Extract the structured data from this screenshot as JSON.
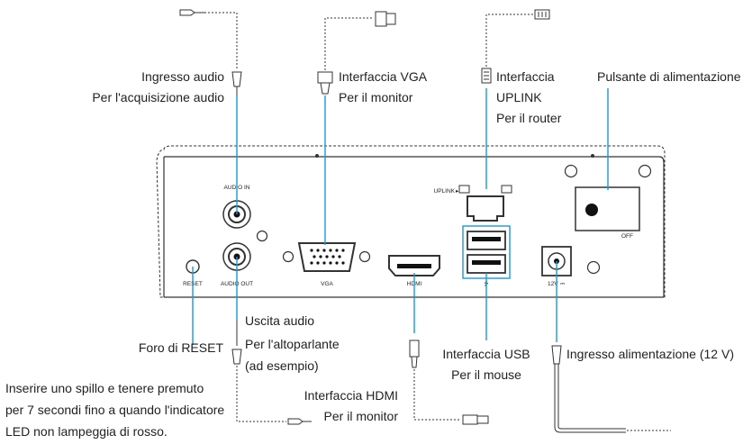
{
  "colors": {
    "leader": "#1a9ad6",
    "outline": "#333333",
    "port_fill": "#111111"
  },
  "device_labels": {
    "audio_in": "AUDIO IN",
    "audio_out": "AUDIO OUT",
    "reset": "RESET",
    "vga": "VGA",
    "hdmi": "HDMI",
    "uplink": "UPLINK",
    "power_input": "12V",
    "off": "OFF"
  },
  "callouts": {
    "audio_in": {
      "line1": "Ingresso audio",
      "line2": "Per l'acquisizione audio"
    },
    "vga": {
      "line1": "Interfaccia VGA",
      "line2": "Per il monitor"
    },
    "uplink": {
      "line1": "Interfaccia",
      "line2": "UPLINK",
      "line3": "Per il router"
    },
    "power_button": {
      "line1": "Pulsante di alimentazione"
    },
    "audio_out": {
      "line1": "Uscita audio",
      "line2": "Per l'altoparlante",
      "line3": "(ad esempio)"
    },
    "reset": {
      "line1": "Foro di RESET"
    },
    "reset_note": {
      "line1": "Inserire uno spillo e tenere premuto",
      "line2": "per 7 secondi fino a quando l'indicatore",
      "line3": "LED non lampeggia di rosso."
    },
    "hdmi": {
      "line1": "Interfaccia HDMI",
      "line2": "Per il monitor"
    },
    "usb": {
      "line1": "Interfaccia USB",
      "line2": "Per il mouse"
    },
    "power_input": {
      "line1": "Ingresso alimentazione (12 V)"
    }
  }
}
